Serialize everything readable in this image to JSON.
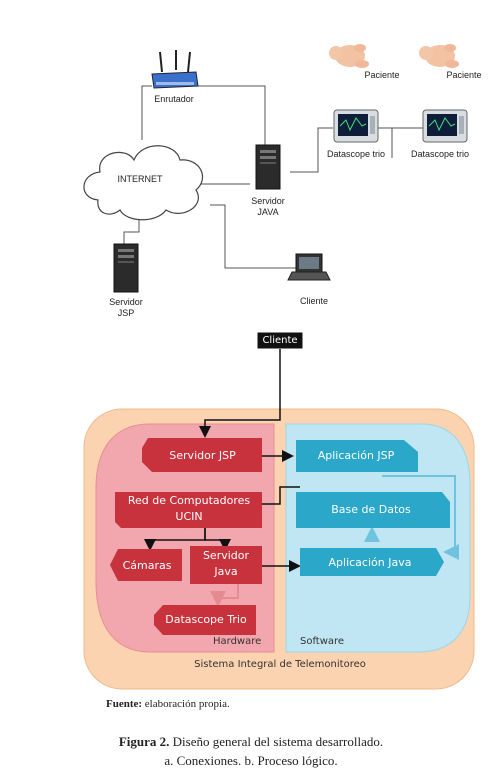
{
  "network": {
    "router": "Enrutador",
    "internet": "INTERNET",
    "server_java": [
      "Servidor",
      "JAVA"
    ],
    "server_jsp": [
      "Servidor",
      "JSP"
    ],
    "client": "Cliente",
    "patient_1": "Paciente",
    "patient_2": "Paciente",
    "monitor_1": "Datascope trio",
    "monitor_2": "Datascope trio"
  },
  "process": {
    "client": "Cliente",
    "servidor_jsp": "Servidor JSP",
    "aplicacion_jsp": "Aplicación JSP",
    "red": [
      "Red de Computadores",
      "UCIN"
    ],
    "base_datos": "Base de Datos",
    "camaras": "Cámaras",
    "servidor_java": [
      "Servidor",
      "Java"
    ],
    "aplicacion_java": "Aplicación Java",
    "datascope": "Datascope Trio",
    "hardware": "Hardware",
    "software": "Software",
    "sistema": "Sistema Integral de Telemonitoreo"
  },
  "source": {
    "label": "Fuente:",
    "text": " elaboración propia."
  },
  "caption": {
    "figure": "Figura 2.",
    "title": " Diseño general del sistema desarrollado.",
    "subtitle": "a. Conexiones. b. Proceso lógico."
  },
  "colors": {
    "red_box": "#c8323c",
    "blue_box": "#2aa7c9",
    "orange_bg": "#fbd3b0",
    "pink_bg": "#f2a6ad",
    "light_blue_bg": "#bfe6f2"
  }
}
